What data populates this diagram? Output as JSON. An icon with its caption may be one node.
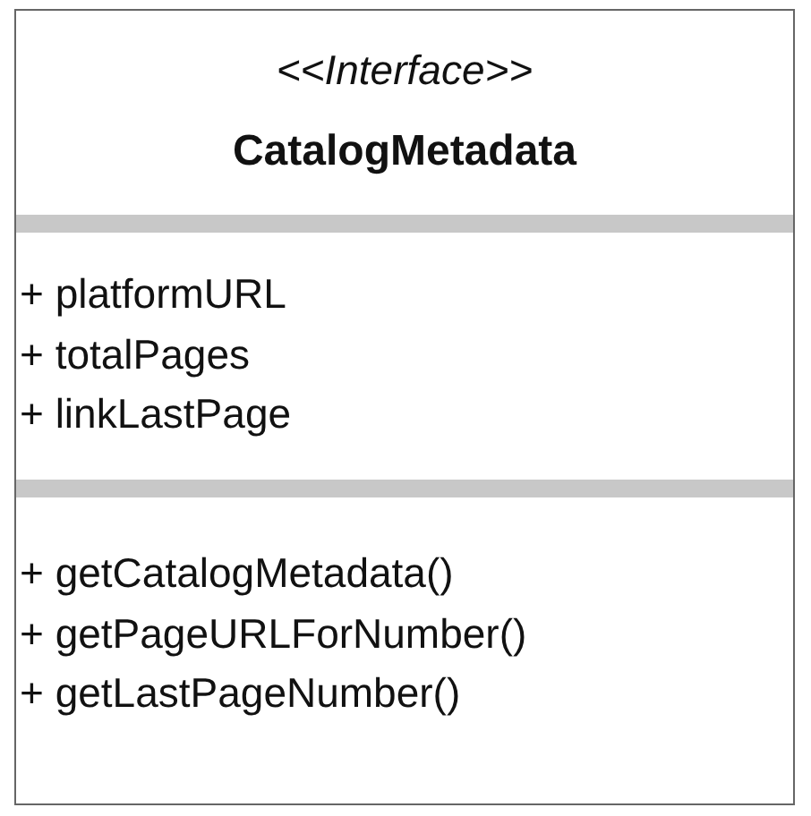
{
  "diagram": {
    "nodes": [
      {
        "text": [
          "<<Interface>>",
          "CatalogMetadata"
        ]
      },
      {
        "text": [
          "+ platformURL",
          "+ totalPages",
          "+ linkLastPage"
        ],
        "in": 0
      },
      {
        "text": [
          "+ getCatalogMetadata()",
          "+ getPageURLForNumber()",
          "+ getLastPageNumber()"
        ],
        "in": 0
      }
    ]
  }
}
